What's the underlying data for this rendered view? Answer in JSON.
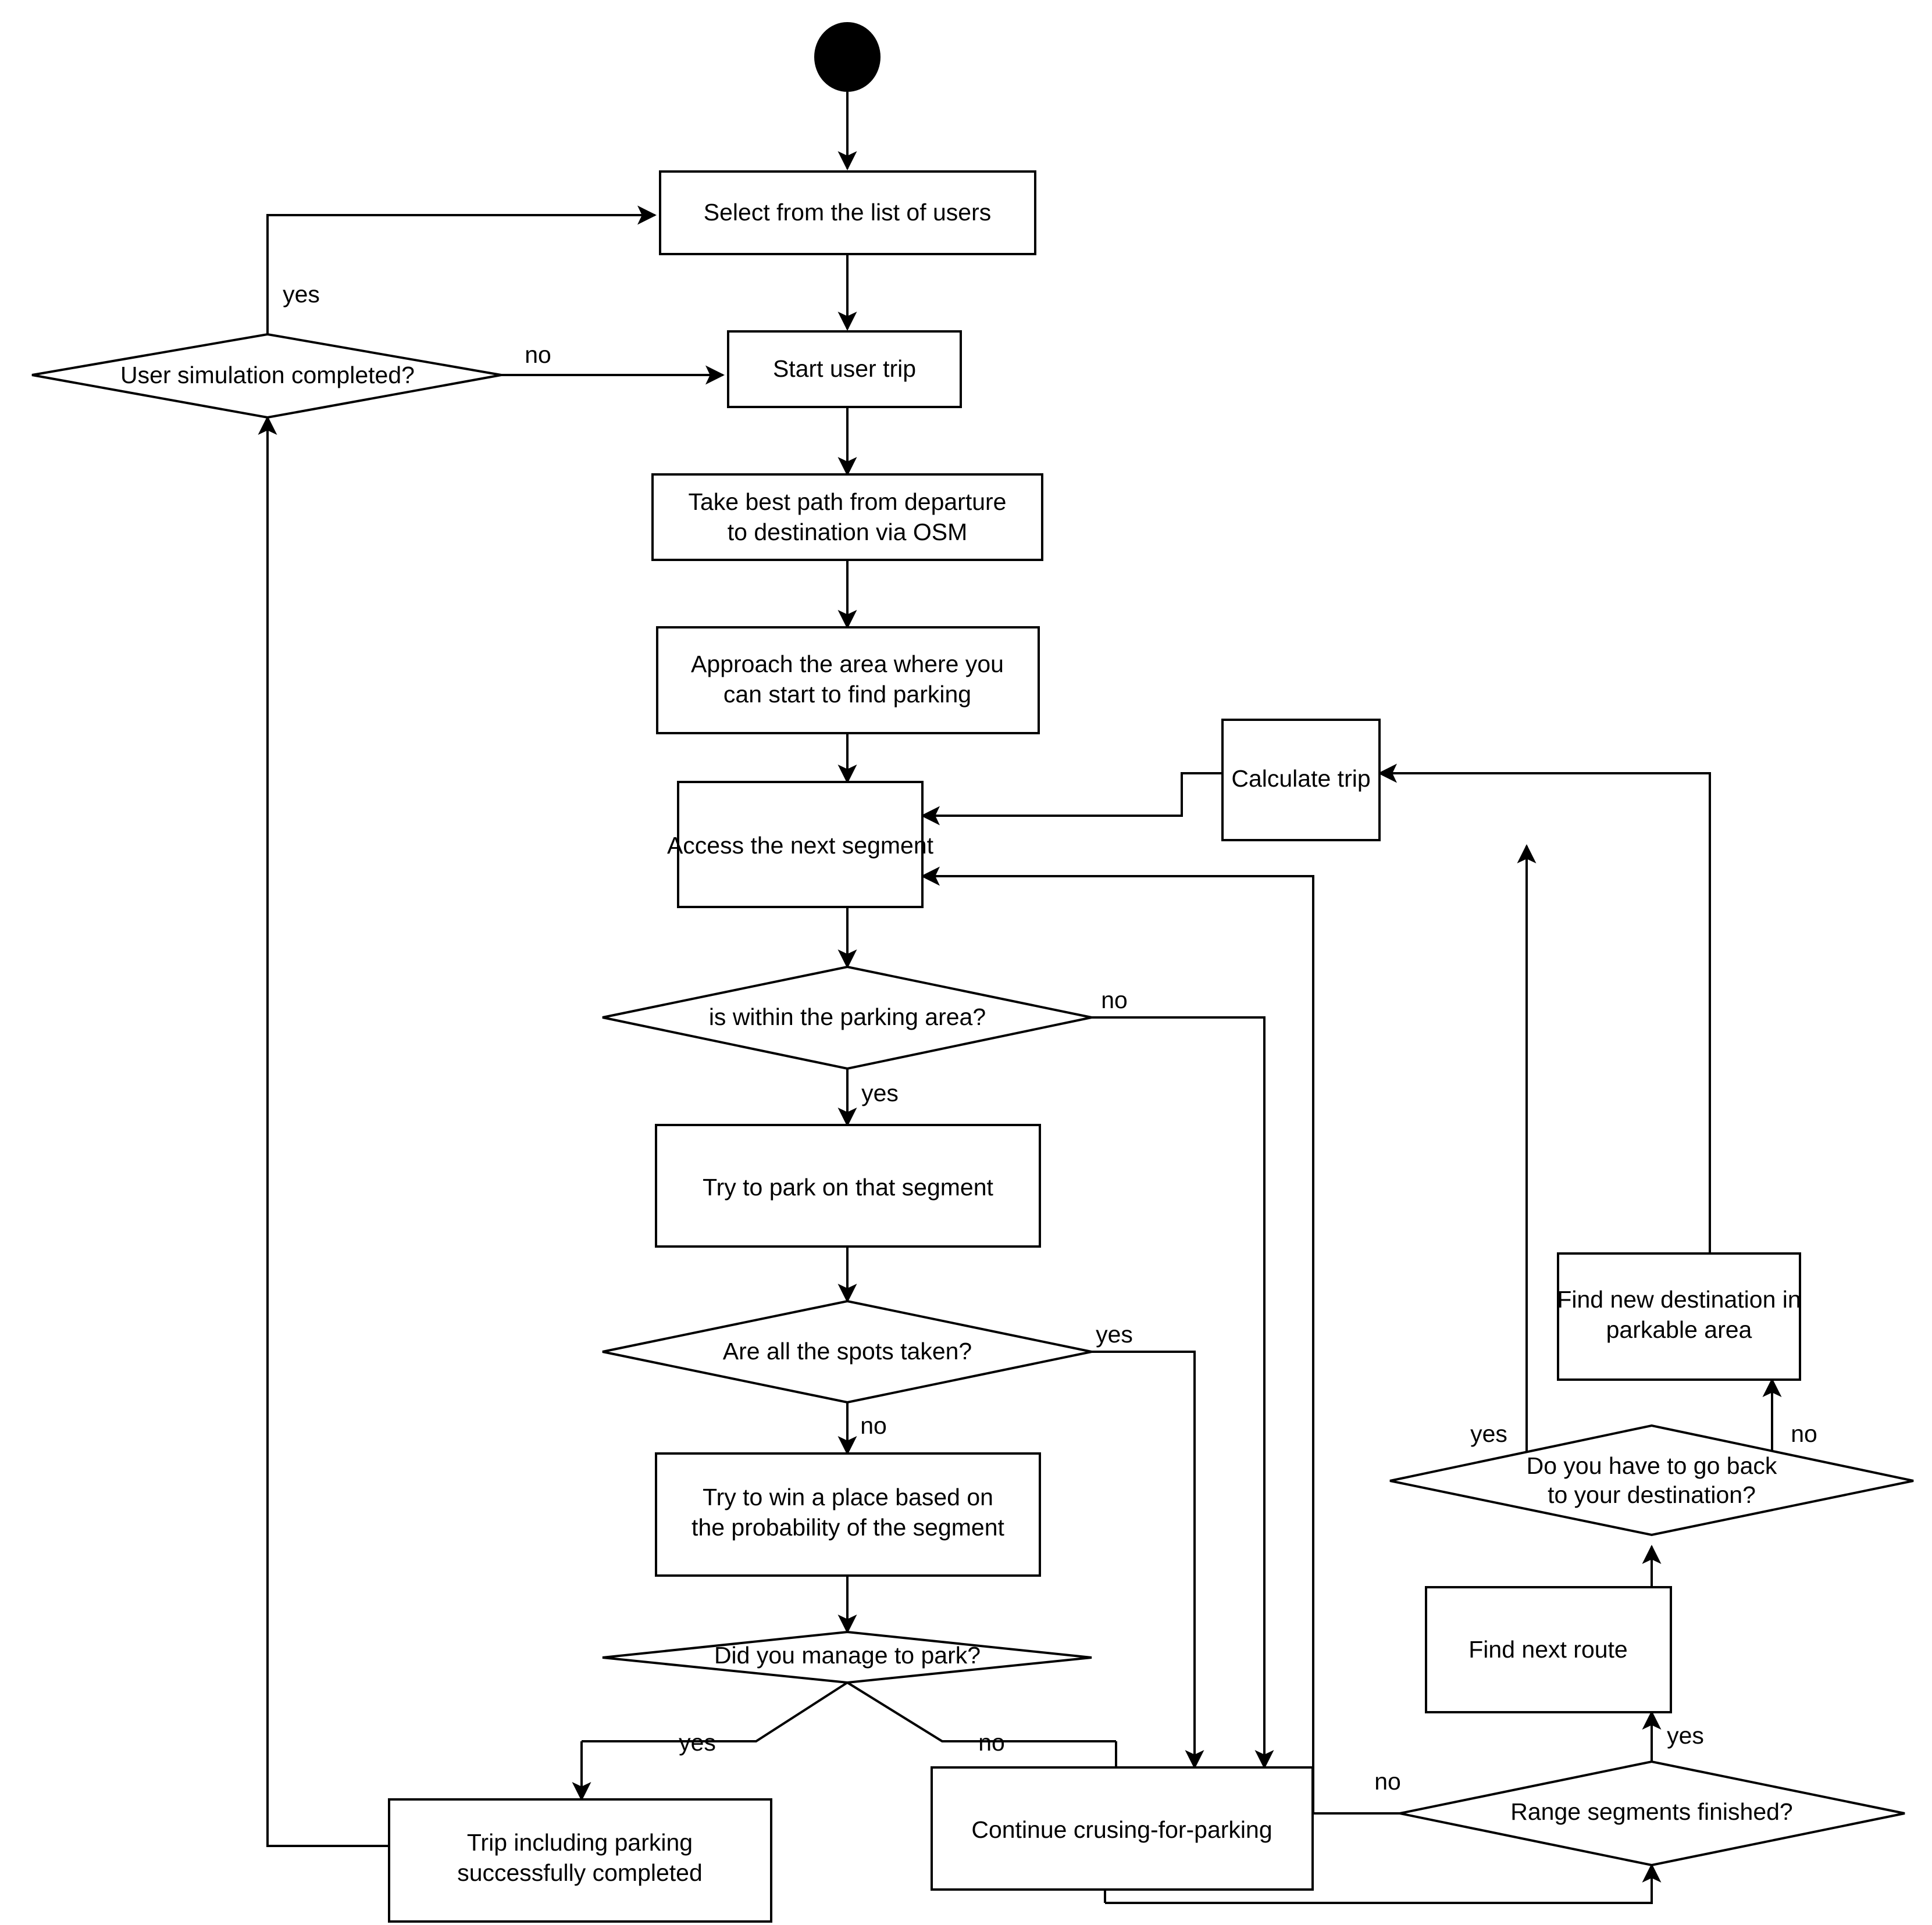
{
  "diagram": {
    "title": "Parking simulation activity flowchart",
    "type": "flowchart",
    "background_color": "#ffffff",
    "line_color": "#000000",
    "text_color": "#000000"
  },
  "nodes": {
    "start": {
      "label": "",
      "shape": "start-circle"
    },
    "select_users": {
      "label": "Select from the list of users",
      "shape": "rect"
    },
    "user_sim_completed": {
      "label": "User simulation completed?",
      "shape": "diamond"
    },
    "start_trip": {
      "label": "Start user trip",
      "shape": "rect"
    },
    "best_path_l1": {
      "label": "Take best path from departure",
      "shape": "rect"
    },
    "best_path_l2": {
      "label": "to destination via OSM",
      "shape": "rect"
    },
    "approach_l1": {
      "label": "Approach the area where you",
      "shape": "rect"
    },
    "approach_l2": {
      "label": "can start to find parking",
      "shape": "rect"
    },
    "access_segment": {
      "label": "Access the next segment",
      "shape": "rect"
    },
    "within_parking_area": {
      "label": "is within the parking area?",
      "shape": "diamond"
    },
    "try_park_segment": {
      "label": "Try to park on that segment",
      "shape": "rect"
    },
    "all_spots_taken": {
      "label": "Are all the spots taken?",
      "shape": "diamond"
    },
    "try_win_place_l1": {
      "label": "Try to win a place based on",
      "shape": "rect"
    },
    "try_win_place_l2": {
      "label": "the probability of the segment",
      "shape": "rect"
    },
    "did_you_park": {
      "label": "Did you manage to park?",
      "shape": "diamond"
    },
    "trip_completed_l1": {
      "label": "Trip including parking",
      "shape": "rect"
    },
    "trip_completed_l2": {
      "label": "successfully completed",
      "shape": "rect"
    },
    "continue_cruising": {
      "label": "Continue crusing-for-parking",
      "shape": "rect"
    },
    "calculate_trip": {
      "label": "Calculate trip",
      "shape": "rect"
    },
    "find_new_destination_l1": {
      "label": "Find new destination in",
      "shape": "rect"
    },
    "find_new_destination_l2": {
      "label": "parkable area",
      "shape": "rect"
    },
    "go_back_destination_l1": {
      "label": "Do you have to go back",
      "shape": "diamond"
    },
    "go_back_destination_l2": {
      "label": "to your destination?",
      "shape": "diamond"
    },
    "find_next_route": {
      "label": "Find next route",
      "shape": "rect"
    },
    "range_segments_finished": {
      "label": "Range segments finished?",
      "shape": "diamond"
    }
  },
  "edge_labels": {
    "sim_completed_yes": "yes",
    "sim_completed_no": "no",
    "within_area_no": "no",
    "within_area_yes": "yes",
    "spots_taken_yes": "yes",
    "spots_taken_no": "no",
    "did_park_yes": "yes",
    "did_park_no": "no",
    "go_back_yes": "yes",
    "go_back_no": "no",
    "range_finished_yes": "yes",
    "range_finished_no": "no"
  }
}
